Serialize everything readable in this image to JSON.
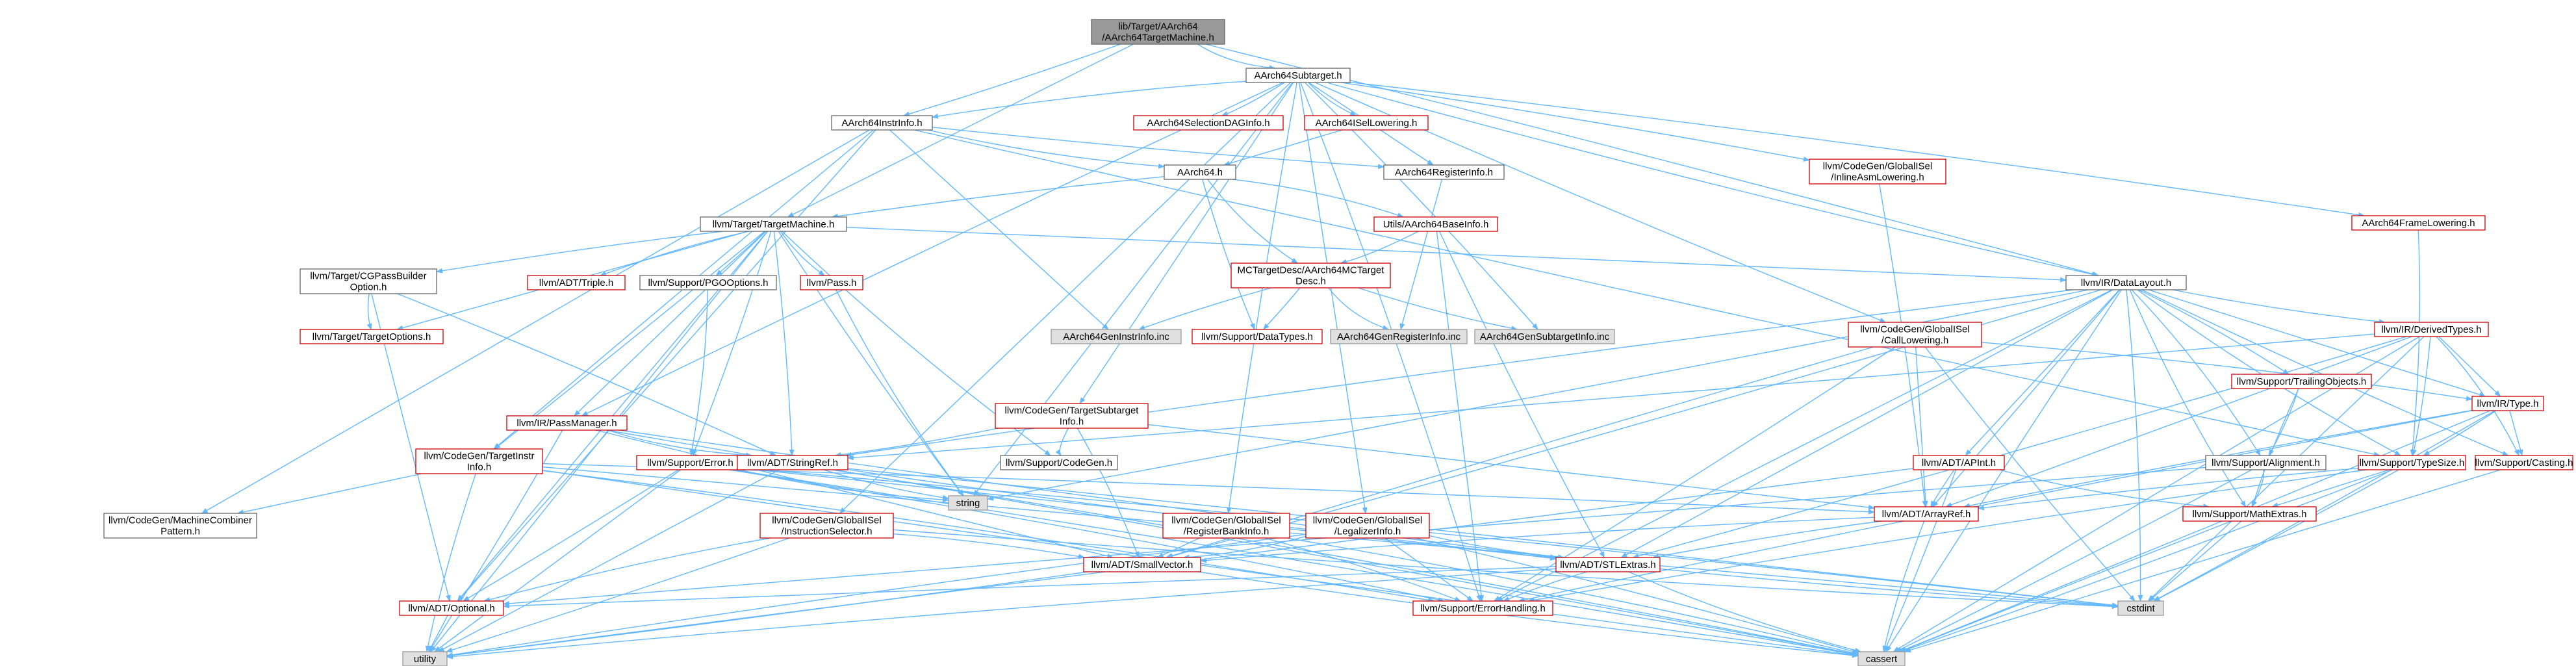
{
  "graph": {
    "title": "lib/Target/AArch64/AArch64TargetMachine.h",
    "colors": {
      "root_fill": "#999999",
      "root_border": "#666666",
      "linked_fill": "#ffffff",
      "linked_border": "#cc0000",
      "plain_fill": "#ffffff",
      "plain_border": "#666666",
      "system_fill": "#e0e0e0",
      "system_border": "#999999",
      "edge": "#63b8ff",
      "arrowhead": "#63b8ff"
    },
    "nodes": [
      {
        "id": "root",
        "label": "lib/Target/AArch64\n/AArch64TargetMachine.h",
        "style": "root"
      },
      {
        "id": "subtarget",
        "label": "AArch64Subtarget.h",
        "style": "plain"
      },
      {
        "id": "instrinfo",
        "label": "AArch64InstrInfo.h",
        "style": "plain"
      },
      {
        "id": "seldag",
        "label": "AArch64SelectionDAGInfo.h",
        "style": "linked"
      },
      {
        "id": "isellower",
        "label": "AArch64ISelLowering.h",
        "style": "linked"
      },
      {
        "id": "reginfo",
        "label": "AArch64RegisterInfo.h",
        "style": "plain"
      },
      {
        "id": "inlineasm",
        "label": "llvm/CodeGen/GlobalISel\n/InlineAsmLowering.h",
        "style": "linked"
      },
      {
        "id": "framelow",
        "label": "AArch64FrameLowering.h",
        "style": "linked"
      },
      {
        "id": "aarch64h",
        "label": "AArch64.h",
        "style": "plain"
      },
      {
        "id": "targetmachine",
        "label": "llvm/Target/TargetMachine.h",
        "style": "plain"
      },
      {
        "id": "baseinfo",
        "label": "Utils/AArch64BaseInfo.h",
        "style": "linked"
      },
      {
        "id": "mcdesc",
        "label": "MCTargetDesc/AArch64MCTarget\nDesc.h",
        "style": "linked"
      },
      {
        "id": "datalayout",
        "label": "llvm/IR/DataLayout.h",
        "style": "plain"
      },
      {
        "id": "cgpass",
        "label": "llvm/Target/CGPassBuilder\nOption.h",
        "style": "plain"
      },
      {
        "id": "triple",
        "label": "llvm/ADT/Triple.h",
        "style": "linked"
      },
      {
        "id": "pgo",
        "label": "llvm/Support/PGOOptions.h",
        "style": "plain"
      },
      {
        "id": "pass",
        "label": "llvm/Pass.h",
        "style": "linked"
      },
      {
        "id": "targetoptions",
        "label": "llvm/Target/TargetOptions.h",
        "style": "linked"
      },
      {
        "id": "geninstr",
        "label": "AArch64GenInstrInfo.inc",
        "style": "system"
      },
      {
        "id": "datatypes",
        "label": "llvm/Support/DataTypes.h",
        "style": "linked"
      },
      {
        "id": "genreg",
        "label": "AArch64GenRegisterInfo.inc",
        "style": "system"
      },
      {
        "id": "gensub",
        "label": "AArch64GenSubtargetInfo.inc",
        "style": "system"
      },
      {
        "id": "calllower",
        "label": "llvm/CodeGen/GlobalISel\n/CallLowering.h",
        "style": "linked"
      },
      {
        "id": "derived",
        "label": "llvm/IR/DerivedTypes.h",
        "style": "linked"
      },
      {
        "id": "passmgr",
        "label": "llvm/IR/PassManager.h",
        "style": "linked"
      },
      {
        "id": "tsinfo",
        "label": "llvm/CodeGen/TargetSubtarget\nInfo.h",
        "style": "linked"
      },
      {
        "id": "trailing",
        "label": "llvm/Support/TrailingObjects.h",
        "style": "linked"
      },
      {
        "id": "irtype",
        "label": "llvm/IR/Type.h",
        "style": "linked"
      },
      {
        "id": "tginstrinfo",
        "label": "llvm/CodeGen/TargetInstr\nInfo.h",
        "style": "linked"
      },
      {
        "id": "supporterror",
        "label": "llvm/Support/Error.h",
        "style": "linked"
      },
      {
        "id": "stringref",
        "label": "llvm/ADT/StringRef.h",
        "style": "linked"
      },
      {
        "id": "codegen",
        "label": "llvm/Support/CodeGen.h",
        "style": "plain"
      },
      {
        "id": "apint",
        "label": "llvm/ADT/APInt.h",
        "style": "linked"
      },
      {
        "id": "alignment",
        "label": "llvm/Support/Alignment.h",
        "style": "plain"
      },
      {
        "id": "typesize",
        "label": "llvm/Support/TypeSize.h",
        "style": "linked"
      },
      {
        "id": "casting",
        "label": "llvm/Support/Casting.h",
        "style": "linked"
      },
      {
        "id": "string",
        "label": "string",
        "style": "system"
      },
      {
        "id": "arrayref",
        "label": "llvm/ADT/ArrayRef.h",
        "style": "linked"
      },
      {
        "id": "mathextras",
        "label": "llvm/Support/MathExtras.h",
        "style": "linked"
      },
      {
        "id": "machinecombiner",
        "label": "llvm/CodeGen/MachineCombiner\nPattern.h",
        "style": "plain"
      },
      {
        "id": "instsel",
        "label": "llvm/CodeGen/GlobalISel\n/InstructionSelector.h",
        "style": "linked"
      },
      {
        "id": "regbank",
        "label": "llvm/CodeGen/GlobalISel\n/RegisterBankInfo.h",
        "style": "linked"
      },
      {
        "id": "legalizer",
        "label": "llvm/CodeGen/GlobalISel\n/LegalizerInfo.h",
        "style": "linked"
      },
      {
        "id": "smallvector",
        "label": "llvm/ADT/SmallVector.h",
        "style": "linked"
      },
      {
        "id": "stlextras",
        "label": "llvm/ADT/STLExtras.h",
        "style": "linked"
      },
      {
        "id": "optional",
        "label": "llvm/ADT/Optional.h",
        "style": "linked"
      },
      {
        "id": "errorhandling",
        "label": "llvm/Support/ErrorHandling.h",
        "style": "linked"
      },
      {
        "id": "cstdint",
        "label": "cstdint",
        "style": "system"
      },
      {
        "id": "utility",
        "label": "utility",
        "style": "system"
      },
      {
        "id": "cassert",
        "label": "cassert",
        "style": "system"
      }
    ],
    "edges": [
      [
        "root",
        "subtarget"
      ],
      [
        "root",
        "instrinfo"
      ],
      [
        "root",
        "targetmachine"
      ],
      [
        "root",
        "datalayout"
      ],
      [
        "subtarget",
        "instrinfo"
      ],
      [
        "subtarget",
        "seldag"
      ],
      [
        "subtarget",
        "isellower"
      ],
      [
        "subtarget",
        "reginfo"
      ],
      [
        "subtarget",
        "inlineasm"
      ],
      [
        "subtarget",
        "framelow"
      ],
      [
        "subtarget",
        "datalayout"
      ],
      [
        "subtarget",
        "calllower"
      ],
      [
        "subtarget",
        "tsinfo"
      ],
      [
        "subtarget",
        "gensub"
      ],
      [
        "subtarget",
        "passmgr"
      ],
      [
        "subtarget",
        "instsel"
      ],
      [
        "subtarget",
        "regbank"
      ],
      [
        "subtarget",
        "legalizer"
      ],
      [
        "subtarget",
        "string"
      ],
      [
        "subtarget",
        "errorhandling"
      ],
      [
        "instrinfo",
        "aarch64h"
      ],
      [
        "instrinfo",
        "reginfo"
      ],
      [
        "instrinfo",
        "geninstr"
      ],
      [
        "instrinfo",
        "machinecombiner"
      ],
      [
        "instrinfo",
        "tginstrinfo"
      ],
      [
        "instrinfo",
        "optional"
      ],
      [
        "instrinfo",
        "typesize"
      ],
      [
        "isellower",
        "aarch64h"
      ],
      [
        "aarch64h",
        "targetmachine"
      ],
      [
        "aarch64h",
        "baseinfo"
      ],
      [
        "aarch64h",
        "mcdesc"
      ],
      [
        "aarch64h",
        "datatypes"
      ],
      [
        "reginfo",
        "genreg"
      ],
      [
        "inlineasm",
        "arrayref"
      ],
      [
        "framelow",
        "typesize"
      ],
      [
        "baseinfo",
        "mcdesc"
      ],
      [
        "baseinfo",
        "stlextras"
      ],
      [
        "baseinfo",
        "errorhandling"
      ],
      [
        "mcdesc",
        "geninstr"
      ],
      [
        "mcdesc",
        "datatypes"
      ],
      [
        "mcdesc",
        "genreg"
      ],
      [
        "mcdesc",
        "gensub"
      ],
      [
        "targetmachine",
        "datalayout"
      ],
      [
        "targetmachine",
        "cgpass"
      ],
      [
        "targetmachine",
        "triple"
      ],
      [
        "targetmachine",
        "pgo"
      ],
      [
        "targetmachine",
        "pass"
      ],
      [
        "targetmachine",
        "targetoptions"
      ],
      [
        "targetmachine",
        "stringref"
      ],
      [
        "targetmachine",
        "supporterror"
      ],
      [
        "targetmachine",
        "codegen"
      ],
      [
        "targetmachine",
        "string"
      ],
      [
        "targetmachine",
        "utility"
      ],
      [
        "targetmachine",
        "optional"
      ],
      [
        "targetmachine",
        "passmgr"
      ],
      [
        "targetmachine",
        "tginstrinfo"
      ],
      [
        "cgpass",
        "targetoptions"
      ],
      [
        "cgpass",
        "optional"
      ],
      [
        "cgpass",
        "stringref"
      ],
      [
        "pgo",
        "supporterror"
      ],
      [
        "pass",
        "string"
      ],
      [
        "datalayout",
        "derived"
      ],
      [
        "datalayout",
        "irtype"
      ],
      [
        "datalayout",
        "trailing"
      ],
      [
        "datalayout",
        "alignment"
      ],
      [
        "datalayout",
        "typesize"
      ],
      [
        "datalayout",
        "casting"
      ],
      [
        "datalayout",
        "apint"
      ],
      [
        "datalayout",
        "arrayref"
      ],
      [
        "datalayout",
        "stringref"
      ],
      [
        "datalayout",
        "mathextras"
      ],
      [
        "datalayout",
        "smallvector"
      ],
      [
        "datalayout",
        "stlextras"
      ],
      [
        "datalayout",
        "errorhandling"
      ],
      [
        "datalayout",
        "cstdint"
      ],
      [
        "datalayout",
        "cassert"
      ],
      [
        "datalayout",
        "string"
      ],
      [
        "calllower",
        "arrayref"
      ],
      [
        "calllower",
        "smallvector"
      ],
      [
        "calllower",
        "irtype"
      ],
      [
        "calllower",
        "errorhandling"
      ],
      [
        "calllower",
        "cstdint"
      ],
      [
        "derived",
        "irtype"
      ],
      [
        "derived",
        "typesize"
      ],
      [
        "derived",
        "casting"
      ],
      [
        "derived",
        "stlextras"
      ],
      [
        "derived",
        "stringref"
      ],
      [
        "derived",
        "arrayref"
      ],
      [
        "derived",
        "cassert"
      ],
      [
        "derived",
        "cstdint"
      ],
      [
        "passmgr",
        "stringref"
      ],
      [
        "passmgr",
        "stlextras"
      ],
      [
        "passmgr",
        "smallvector"
      ],
      [
        "passmgr",
        "cassert"
      ],
      [
        "passmgr",
        "utility"
      ],
      [
        "tsinfo",
        "codegen"
      ],
      [
        "tsinfo",
        "stringref"
      ],
      [
        "tsinfo",
        "arrayref"
      ],
      [
        "tsinfo",
        "smallvector"
      ],
      [
        "trailing",
        "alignment"
      ],
      [
        "trailing",
        "mathextras"
      ],
      [
        "irtype",
        "typesize"
      ],
      [
        "irtype",
        "casting"
      ],
      [
        "irtype",
        "arrayref"
      ],
      [
        "irtype",
        "errorhandling"
      ],
      [
        "irtype",
        "cstdint"
      ],
      [
        "irtype",
        "cassert"
      ],
      [
        "tginstrinfo",
        "machinecombiner"
      ],
      [
        "tginstrinfo",
        "arrayref"
      ],
      [
        "tginstrinfo",
        "errorhandling"
      ],
      [
        "tginstrinfo",
        "utility"
      ],
      [
        "tginstrinfo",
        "cassert"
      ],
      [
        "tginstrinfo",
        "cstdint"
      ],
      [
        "supporterror",
        "stlextras"
      ],
      [
        "supporterror",
        "errorhandling"
      ],
      [
        "supporterror",
        "string"
      ],
      [
        "supporterror",
        "optional"
      ],
      [
        "supporterror",
        "utility"
      ],
      [
        "supporterror",
        "cassert"
      ],
      [
        "supporterror",
        "cstdint"
      ],
      [
        "stringref",
        "stlextras"
      ],
      [
        "stringref",
        "string"
      ],
      [
        "stringref",
        "utility"
      ],
      [
        "stringref",
        "cstdint"
      ],
      [
        "stringref",
        "cassert"
      ],
      [
        "apint",
        "mathextras"
      ],
      [
        "apint",
        "arrayref"
      ],
      [
        "apint",
        "utility"
      ],
      [
        "apint",
        "cassert"
      ],
      [
        "alignment",
        "mathextras"
      ],
      [
        "alignment",
        "cassert"
      ],
      [
        "alignment",
        "optional"
      ],
      [
        "typesize",
        "mathextras"
      ],
      [
        "typesize",
        "arrayref"
      ],
      [
        "typesize",
        "errorhandling"
      ],
      [
        "typesize",
        "cassert"
      ],
      [
        "typesize",
        "cstdint"
      ],
      [
        "casting",
        "cassert"
      ],
      [
        "arrayref",
        "stlextras"
      ],
      [
        "arrayref",
        "smallvector"
      ],
      [
        "arrayref",
        "cassert"
      ],
      [
        "mathextras",
        "cstdint"
      ],
      [
        "mathextras",
        "cassert"
      ],
      [
        "instsel",
        "smallvector"
      ],
      [
        "instsel",
        "optional"
      ],
      [
        "instsel",
        "cstdint"
      ],
      [
        "instsel",
        "utility"
      ],
      [
        "regbank",
        "smallvector"
      ],
      [
        "regbank",
        "errorhandling"
      ],
      [
        "regbank",
        "cassert"
      ],
      [
        "legalizer",
        "smallvector"
      ],
      [
        "legalizer",
        "stlextras"
      ],
      [
        "legalizer",
        "errorhandling"
      ],
      [
        "legalizer",
        "cassert"
      ],
      [
        "legalizer",
        "utility"
      ],
      [
        "smallvector",
        "cassert"
      ],
      [
        "smallvector",
        "utility"
      ],
      [
        "stlextras",
        "optional"
      ],
      [
        "stlextras",
        "errorhandling"
      ],
      [
        "stlextras",
        "utility"
      ],
      [
        "stlextras",
        "cassert"
      ],
      [
        "stlextras",
        "cstdint"
      ],
      [
        "optional",
        "utility"
      ]
    ]
  }
}
